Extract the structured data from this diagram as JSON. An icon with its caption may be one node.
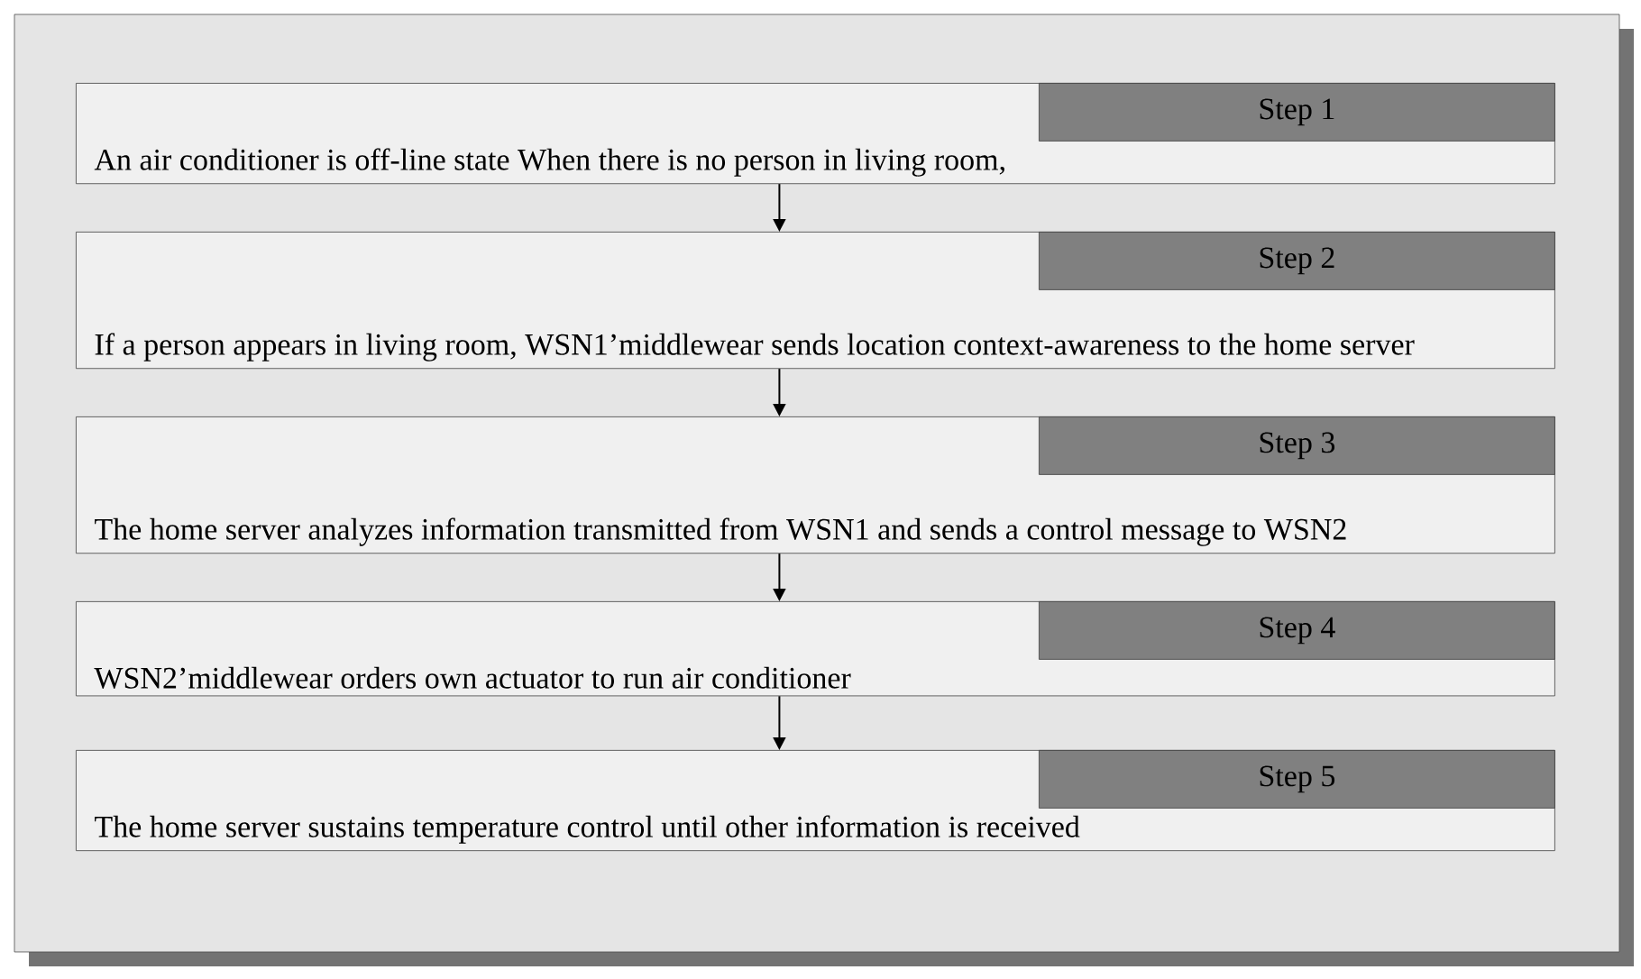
{
  "diagram": {
    "nodes": [
      {
        "text": [
          "An air conditioner is off-line state When there is no person in living room,"
        ]
      },
      {
        "text": [
          "Step 1"
        ],
        "in": 0
      },
      {
        "text": [
          "If a person appears in living room, WSN1’middlewear sends location context-awareness to the home server"
        ]
      },
      {
        "text": [
          "Step 2"
        ],
        "in": 2
      },
      {
        "text": [
          "The home server analyzes information transmitted from WSN1 and sends a control message to WSN2"
        ]
      },
      {
        "text": [
          "Step 3"
        ],
        "in": 4
      },
      {
        "text": [
          "WSN2’middlewear orders own actuator to run air conditioner"
        ]
      },
      {
        "text": [
          "Step 4"
        ],
        "in": 6
      },
      {
        "text": [
          "The home server sustains temperature control until other information is received"
        ]
      },
      {
        "text": [
          "Step 5"
        ],
        "in": 8
      }
    ],
    "edges": [
      {
        "from": 0,
        "to": 2,
        "arrow": "to"
      },
      {
        "from": 2,
        "to": 4,
        "arrow": "to"
      },
      {
        "from": 4,
        "to": 6,
        "arrow": "to"
      },
      {
        "from": 6,
        "to": 8,
        "arrow": "to"
      }
    ]
  }
}
